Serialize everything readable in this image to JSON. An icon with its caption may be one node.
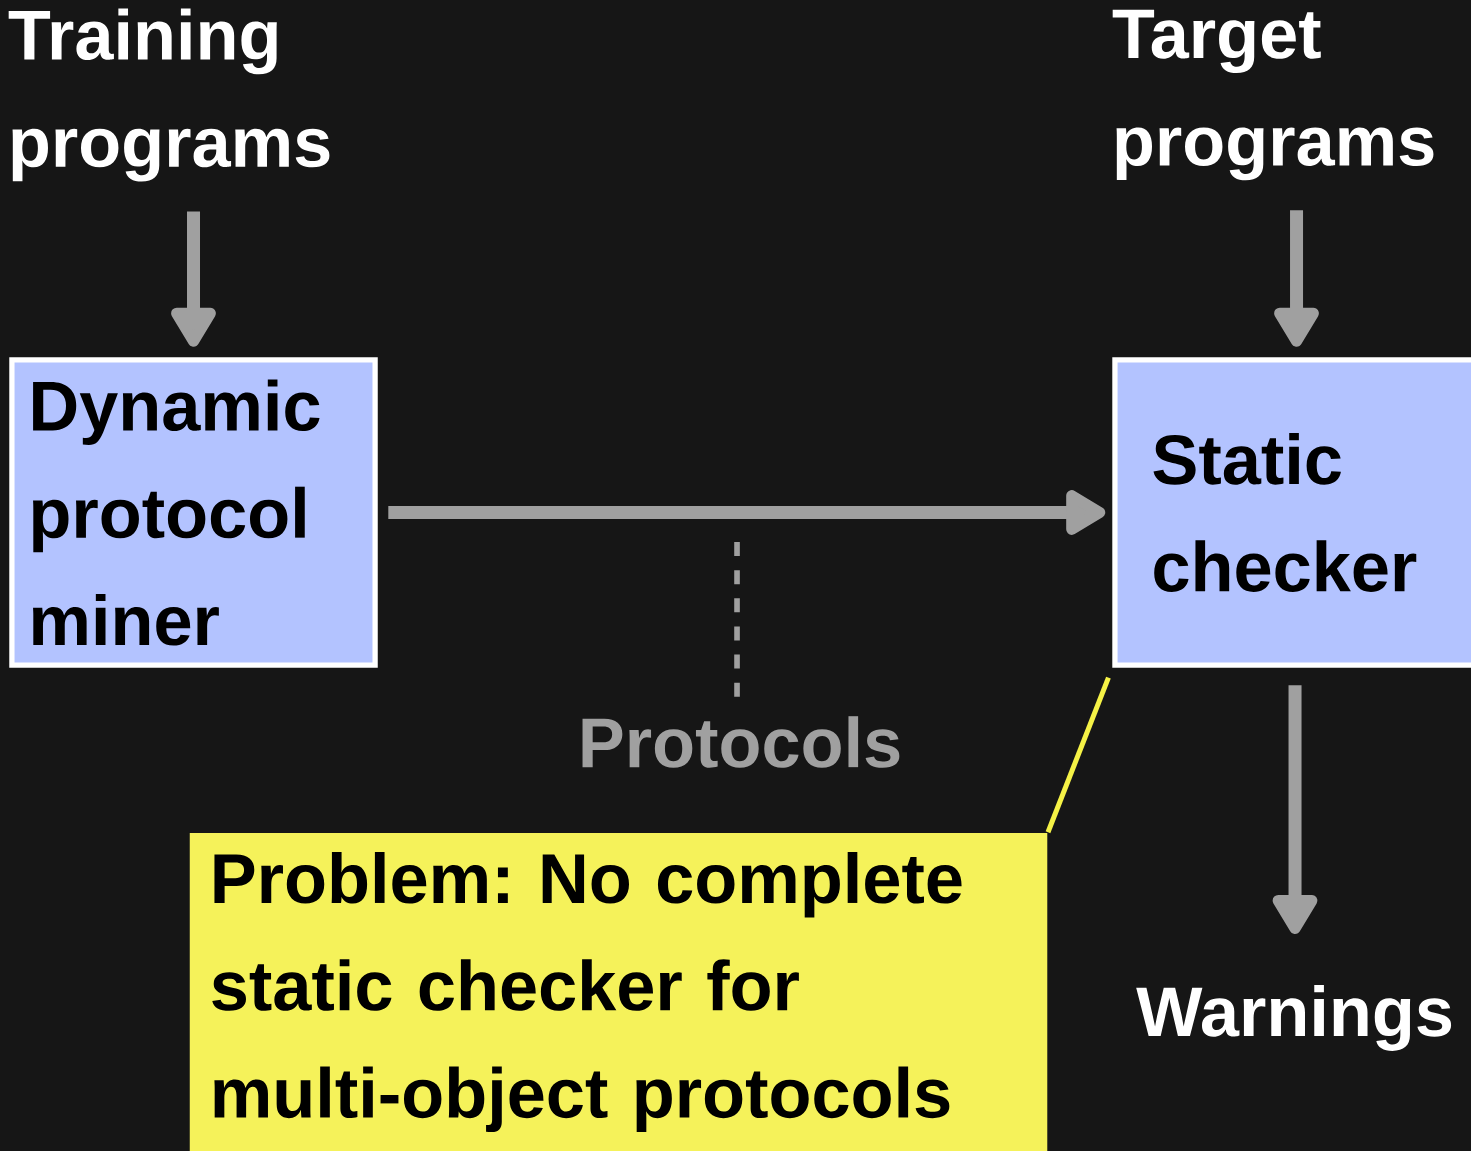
{
  "diagram": {
    "nodes": [
      {
        "text": [
          "Training programs"
        ]
      },
      {
        "text": [
          "Dynamic protocol miner"
        ]
      },
      {
        "text": [
          "Target programs"
        ]
      },
      {
        "text": [
          "Static checker"
        ]
      },
      {
        "text": [
          "Protocols"
        ]
      },
      {
        "text": [
          "Warnings"
        ]
      },
      {
        "text": [
          "Problem: No complete static checker for multi-object protocols"
        ]
      }
    ],
    "edges": [
      {
        "from": 0,
        "to": 1,
        "arrow": "to"
      },
      {
        "from": 2,
        "to": 3,
        "arrow": "to"
      },
      {
        "from": 1,
        "to": 3,
        "arrow": "to"
      },
      {
        "from": 3,
        "to": 5,
        "arrow": "to"
      },
      {
        "from": 6,
        "to": 3,
        "arrow": "none",
        "color": "#f5f246"
      },
      {
        "from": 4,
        "to": null,
        "arrow": "none",
        "style": "dashed"
      }
    ]
  }
}
